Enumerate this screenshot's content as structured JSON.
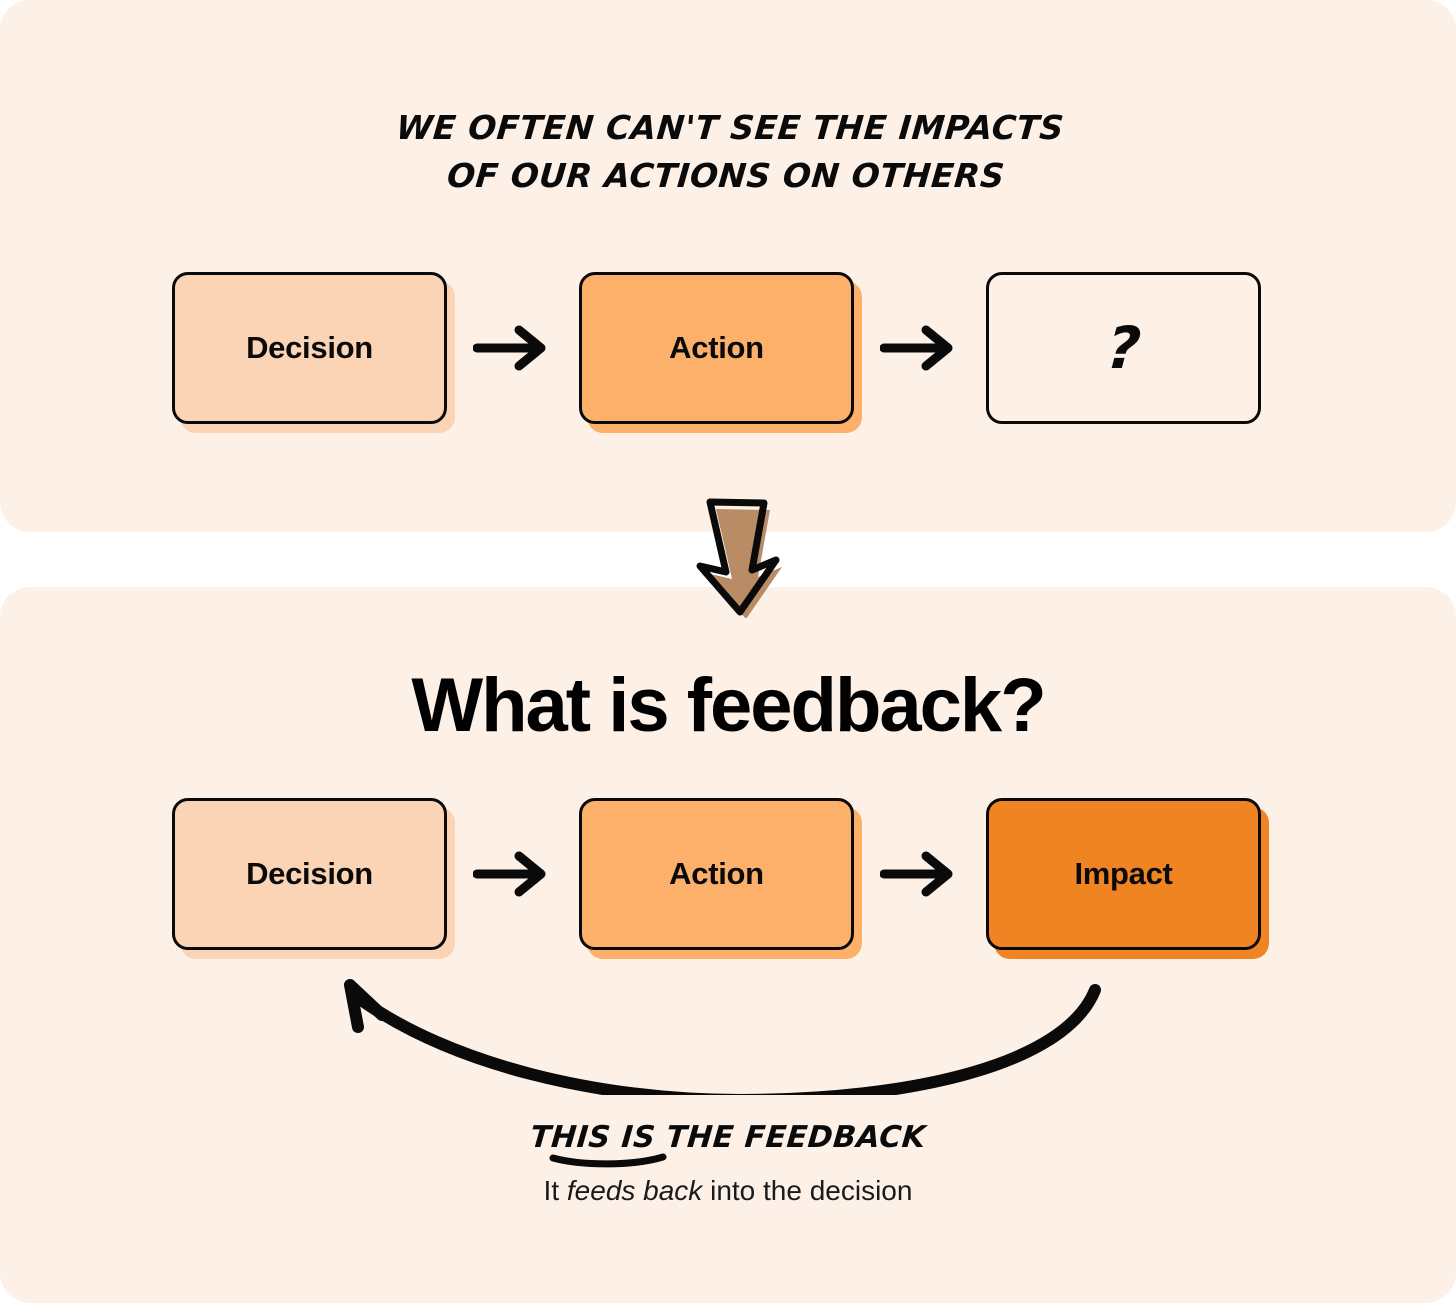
{
  "colors": {
    "panel_bg": "#FDF0E7",
    "page_bg": "#FFFFFF",
    "outline": "#0A0A0A",
    "decision_fill": "#FAD4B4",
    "action_fill": "#FCB06A",
    "impact_fill": "#F08423",
    "down_arrow_fill": "#B98C66"
  },
  "top_panel": {
    "headline_line1": "We often can't see the impacts",
    "headline_line2": "of our actions on others",
    "steps": [
      {
        "label": "Decision",
        "fill": "#FAD4B4",
        "filled": true
      },
      {
        "label": "Action",
        "fill": "#FCB06A",
        "filled": true
      },
      {
        "label": "?",
        "fill": "",
        "filled": false
      }
    ],
    "arrow_1": "right-arrow",
    "arrow_2": "right-arrow"
  },
  "transition": {
    "icon": "down-arrow"
  },
  "bottom_panel": {
    "title": "What is feedback?",
    "steps": [
      {
        "label": "Decision",
        "fill": "#FAD4B4",
        "filled": true
      },
      {
        "label": "Action",
        "fill": "#FCB06A",
        "filled": true
      },
      {
        "label": "Impact",
        "fill": "#F08423",
        "filled": true
      }
    ],
    "arrow_1": "right-arrow",
    "arrow_2": "right-arrow",
    "feedback_loop_icon": "curved-feedback-arrow",
    "caption_marker": "This is the feedback",
    "caption_sub_prefix": "It ",
    "caption_sub_emphasis": "feeds back",
    "caption_sub_suffix": " into the decision"
  }
}
